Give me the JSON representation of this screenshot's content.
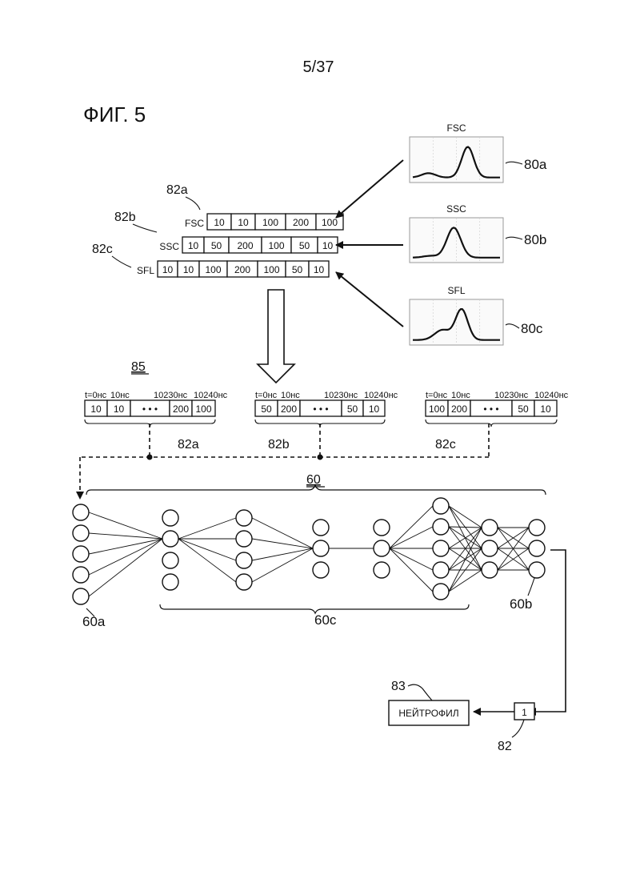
{
  "page_number": "5/37",
  "figure_label": "ФИГ. 5",
  "signals": [
    {
      "ref": "82a",
      "name": "FSC",
      "values": [
        "10",
        "10",
        "100",
        "200",
        "100"
      ]
    },
    {
      "ref": "82b",
      "name": "SSC",
      "values": [
        "10",
        "50",
        "200",
        "100",
        "50",
        "10"
      ]
    },
    {
      "ref": "82c",
      "name": "SFL",
      "values": [
        "10",
        "10",
        "100",
        "200",
        "100",
        "50",
        "10"
      ]
    }
  ],
  "waveforms": [
    {
      "ref": "80a",
      "title": "FSC"
    },
    {
      "ref": "80b",
      "title": "SSC"
    },
    {
      "ref": "80c",
      "title": "SFL"
    }
  ],
  "sequence_group": {
    "ref": "85",
    "items": [
      {
        "ref": "82a",
        "times": [
          "t=0нс",
          "10нс",
          "10230нс",
          "10240нс"
        ],
        "cells": [
          "10",
          "10",
          "• • •",
          "200",
          "100"
        ]
      },
      {
        "ref": "82b",
        "times": [
          "t=0нс",
          "10нс",
          "10230нс",
          "10240нс"
        ],
        "cells": [
          "50",
          "200",
          "• • •",
          "50",
          "10"
        ]
      },
      {
        "ref": "82c",
        "times": [
          "t=0нс",
          "10нс",
          "10230нс",
          "10240нс"
        ],
        "cells": [
          "100",
          "200",
          "• • •",
          "50",
          "10"
        ]
      }
    ]
  },
  "network": {
    "ref": "60",
    "input_ref": "60a",
    "hidden_ref": "60c",
    "output_ref": "60b"
  },
  "result": {
    "class_ref": "83",
    "class_label": "НЕЙТРОФИЛ",
    "value_ref": "82",
    "value": "1"
  }
}
